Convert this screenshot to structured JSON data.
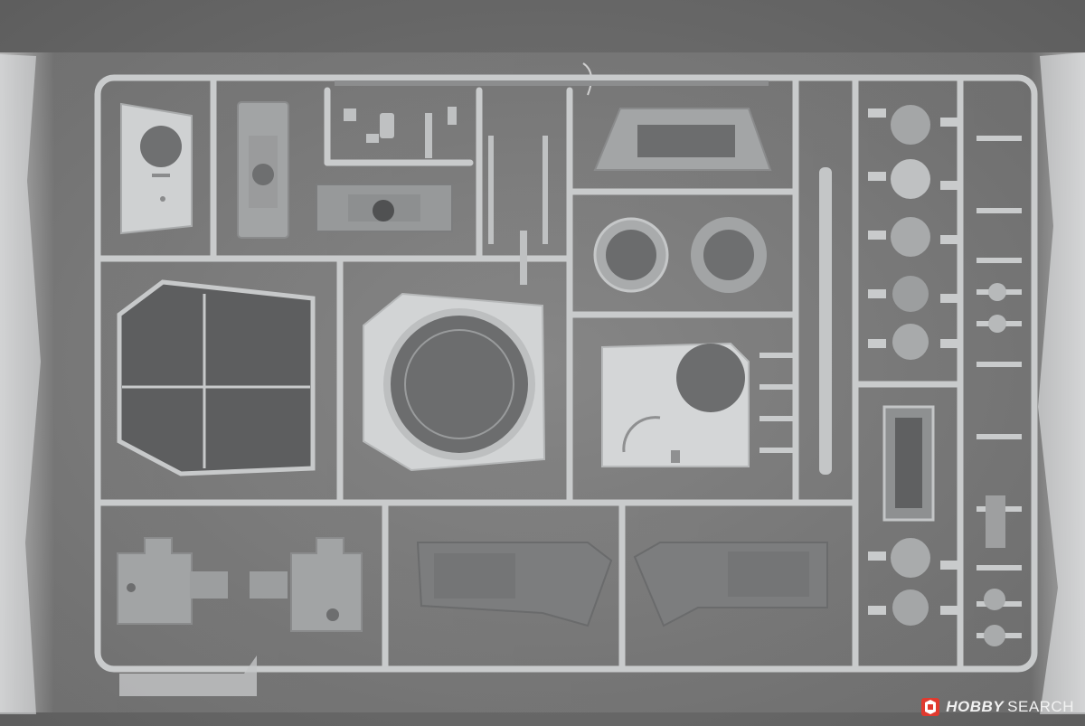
{
  "photo": {
    "subject": "plastic-model-sprue-in-bag",
    "colors": {
      "background": "#6d6d6d",
      "sprue": "#c9cbcc",
      "part_light": "#d3d5d6",
      "part_dark": "#8f9091",
      "bag_highlight": "#e8eaeb"
    }
  },
  "watermark": {
    "brand_first": "HOBBY",
    "brand_second": "SEARCH",
    "icon": "hobbysearch-logo-icon"
  }
}
